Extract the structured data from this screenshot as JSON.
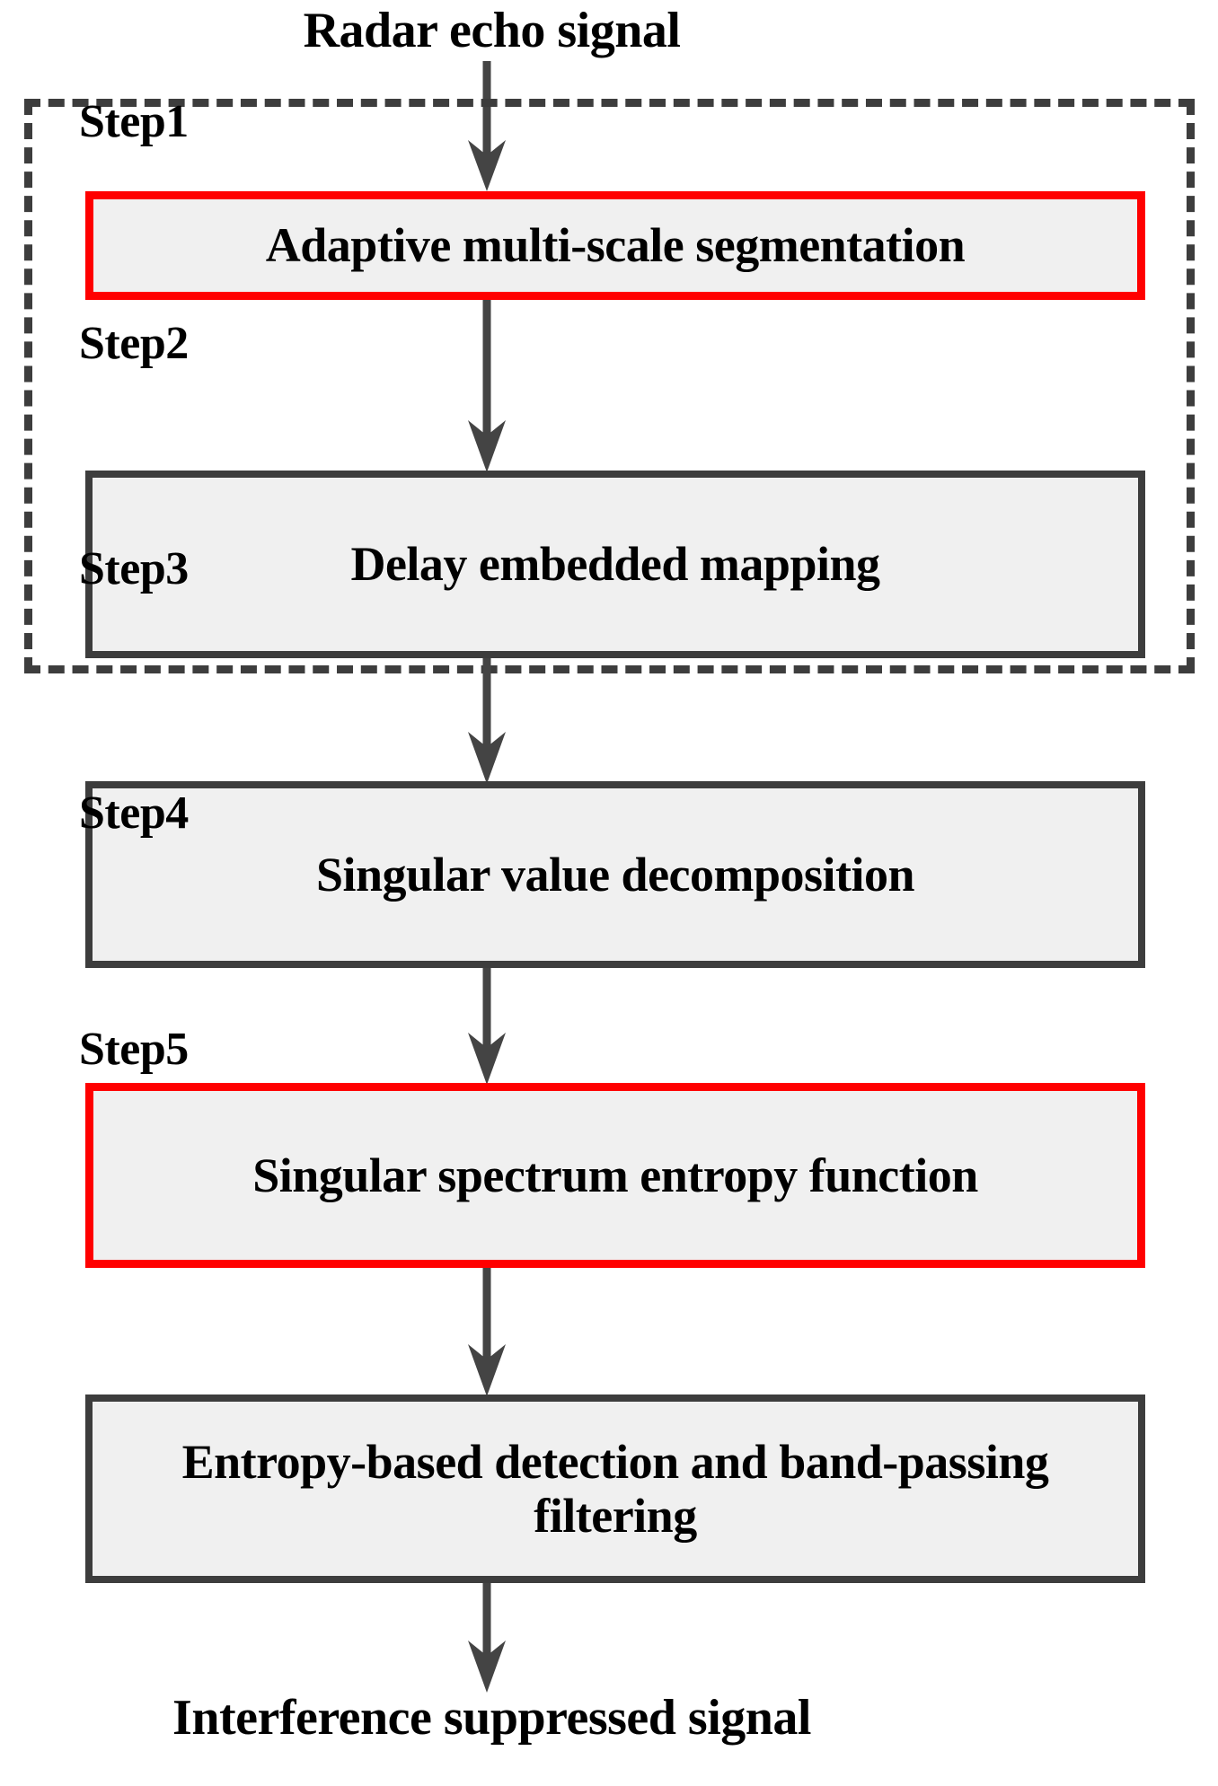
{
  "diagram": {
    "title": "Radar echo signal",
    "output": "Interference suppressed signal",
    "colors": {
      "highlight_border": "#ff0000",
      "box_border": "#3d3d3d",
      "box_fill": "#f0f0f0",
      "arrow": "#444444",
      "dashed_group_border": "#3d3d3d",
      "text": "#000000"
    },
    "steps": [
      {
        "label": "Step1",
        "text": "Adaptive multi-scale segmentation",
        "highlight": true
      },
      {
        "label": "Step2",
        "text": "Delay embedded mapping",
        "highlight": false
      },
      {
        "label": "Step3",
        "text": "Singular value decomposition",
        "highlight": false
      },
      {
        "label": "Step4",
        "text": "Singular spectrum entropy function",
        "highlight": true
      },
      {
        "label": "Step5",
        "text": "Entropy-based detection and band-passing filtering",
        "highlight": false
      }
    ],
    "group": {
      "name": "dashed-group-step1-step2",
      "contains": [
        "Step1",
        "Step2"
      ]
    },
    "arrows": [
      {
        "from": "Radar echo signal",
        "to": "Step1"
      },
      {
        "from": "Step1",
        "to": "Step2"
      },
      {
        "from": "Step2",
        "to": "Step3"
      },
      {
        "from": "Step3",
        "to": "Step4"
      },
      {
        "from": "Step4",
        "to": "Step5"
      },
      {
        "from": "Step5",
        "to": "Interference suppressed signal"
      }
    ]
  }
}
